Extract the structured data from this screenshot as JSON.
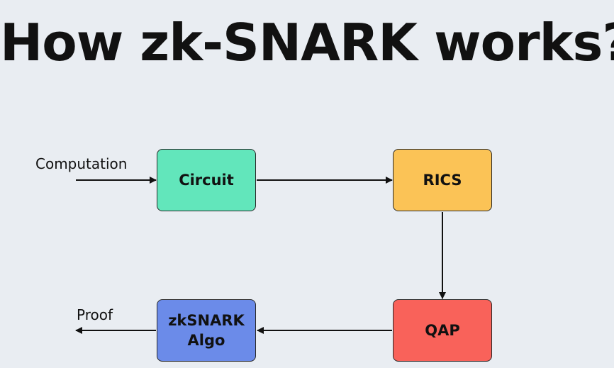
{
  "title": "How zk-SNARK works?",
  "nodes": {
    "circuit": {
      "label": "Circuit",
      "color": "#62e6bb"
    },
    "rics": {
      "label": "RICS",
      "color": "#fbc356"
    },
    "qap": {
      "label": "QAP",
      "color": "#f9625a"
    },
    "zksnark": {
      "label": "zkSNARK\nAlgo",
      "color": "#6b8be9"
    }
  },
  "labels": {
    "input": "Computation",
    "output": "Proof"
  },
  "edges": [
    {
      "from": "Computation",
      "to": "Circuit"
    },
    {
      "from": "Circuit",
      "to": "RICS"
    },
    {
      "from": "RICS",
      "to": "QAP"
    },
    {
      "from": "QAP",
      "to": "zkSNARK Algo"
    },
    {
      "from": "zkSNARK Algo",
      "to": "Proof"
    }
  ]
}
